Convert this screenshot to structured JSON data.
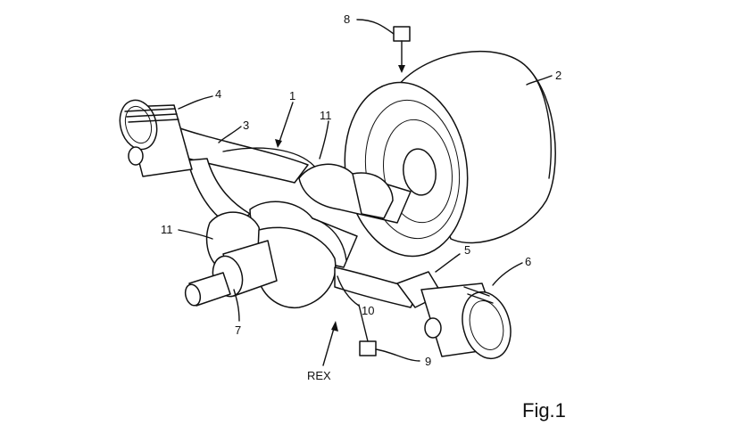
{
  "figure": {
    "caption": "Fig.1",
    "direction_label": "REX"
  },
  "reference_numerals": {
    "r1": "1",
    "r2": "2",
    "r3": "3",
    "r4": "4",
    "r5": "5",
    "r6": "6",
    "r7": "7",
    "r8": "8",
    "r9": "9",
    "r10": "10",
    "r11_top": "11",
    "r11_left": "11"
  }
}
